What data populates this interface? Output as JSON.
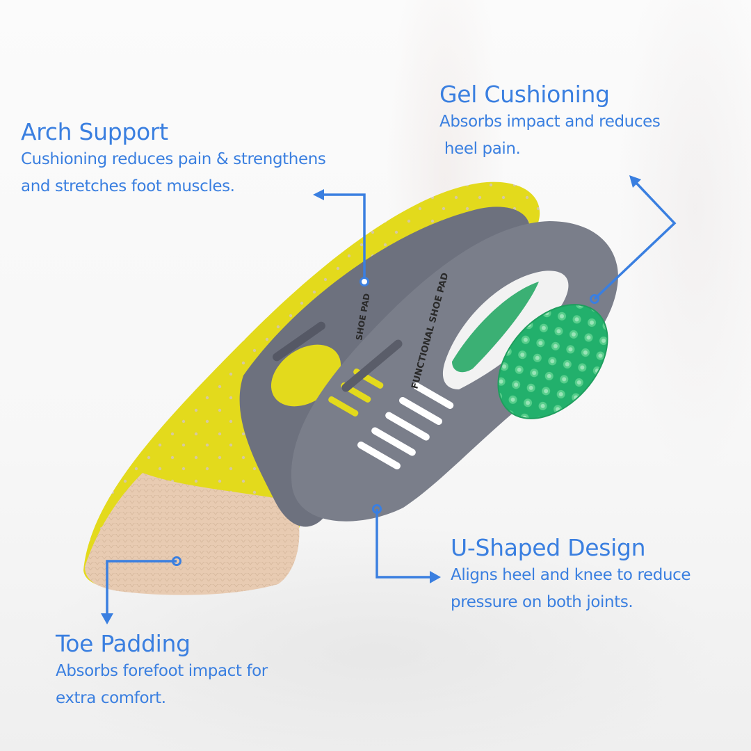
{
  "theme": {
    "accent": "#3a7fe0",
    "insole_yellow": "#e5dc1e",
    "insole_gray": "#6e7280",
    "toe_beige": "#e6c7ae",
    "gel_green": "#2fbf77"
  },
  "product": {
    "embossed_text_1": "SHOE PAD",
    "embossed_text_2": "FUNCTIONAL SHOE PAD"
  },
  "callouts": [
    {
      "id": "arch-support",
      "title": "Arch Support",
      "description": "Cushioning reduces pain & strengthens\nand stretches foot muscles.",
      "icon": "arrow-left-icon"
    },
    {
      "id": "gel-cushioning",
      "title": "Gel Cushioning",
      "description": "Absorbs impact and reduces\n heel pain.",
      "icon": "arrow-up-left-icon"
    },
    {
      "id": "u-shaped-design",
      "title": "U-Shaped Design",
      "description": "Aligns heel and knee to reduce\npressure on both joints.",
      "icon": "arrow-right-icon"
    },
    {
      "id": "toe-padding",
      "title": "Toe Padding",
      "description": "Absorbs forefoot impact for\nextra comfort.",
      "icon": "arrow-down-icon"
    }
  ]
}
